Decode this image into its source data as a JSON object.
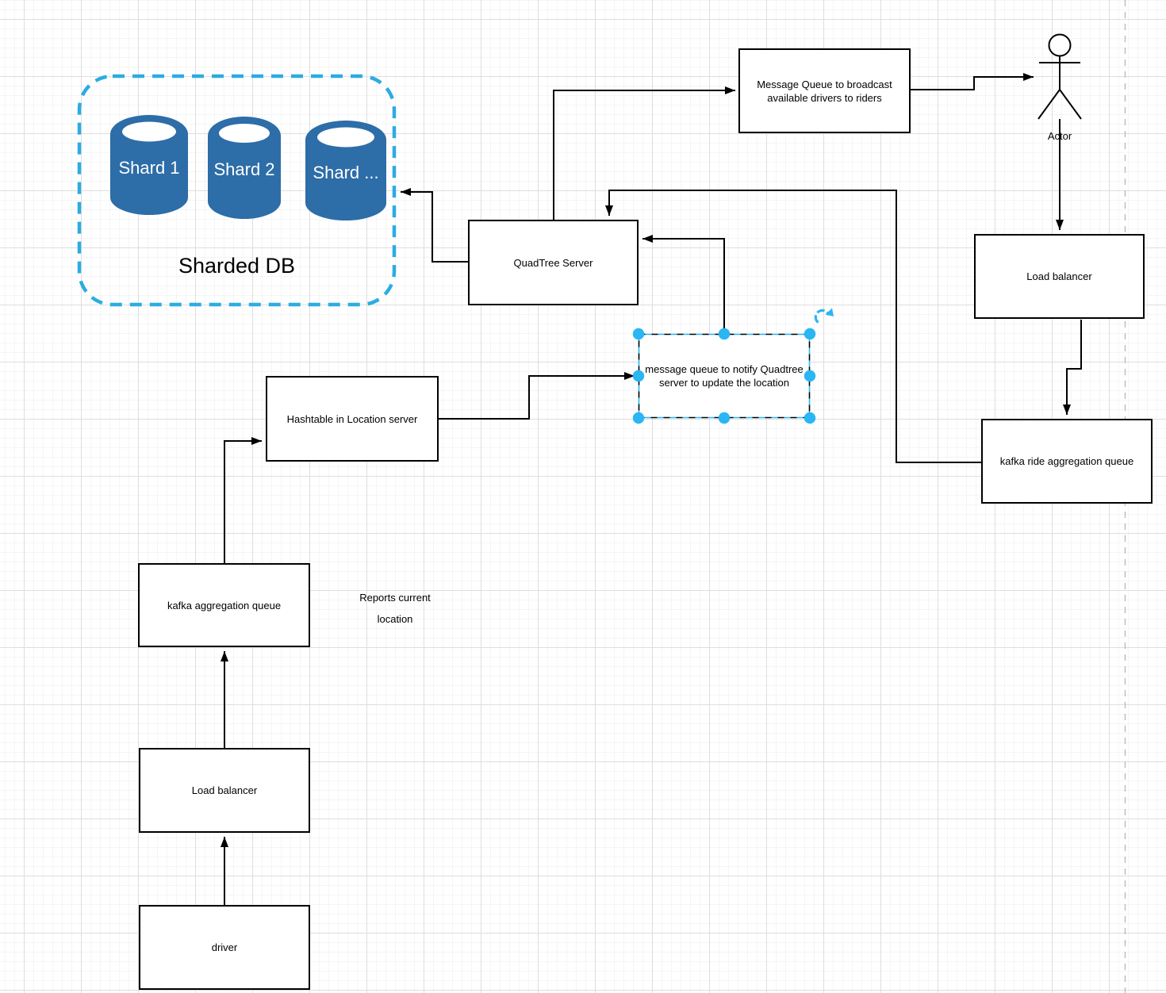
{
  "sharded_db": {
    "container_label": "Sharded DB",
    "shards": [
      {
        "label": "Shard 1"
      },
      {
        "label": "Shard 2"
      },
      {
        "label": "Shard ..."
      }
    ]
  },
  "nodes": {
    "broadcast_queue": {
      "label": "Message Queue to broadcast available drivers to riders"
    },
    "quadtree_server": {
      "label": "QuadTree Server"
    },
    "load_balancer_right": {
      "label": "Load balancer"
    },
    "kafka_ride_aggregation_queue": {
      "label": "kafka ride aggregation queue"
    },
    "message_queue_notify": {
      "label": "message queue to notify Quadtree server to update the location"
    },
    "hashtable_location_server": {
      "label": "Hashtable in Location server"
    },
    "kafka_aggregation_queue": {
      "label": "kafka aggregation queue"
    },
    "load_balancer_left": {
      "label": "Load balancer"
    },
    "driver": {
      "label": "driver"
    }
  },
  "actor": {
    "label": "Actor"
  },
  "annotations": {
    "reports_location": "Reports current location"
  },
  "colors": {
    "cylinder_blue": "#2d6da8",
    "container_dash_blue": "#2bace2",
    "selection_blue": "#29b6f2",
    "edge_black": "#000000",
    "grid_major": "#dedede",
    "grid_minor": "#f5f5f5",
    "page_break_gray": "#bbbbbb"
  }
}
